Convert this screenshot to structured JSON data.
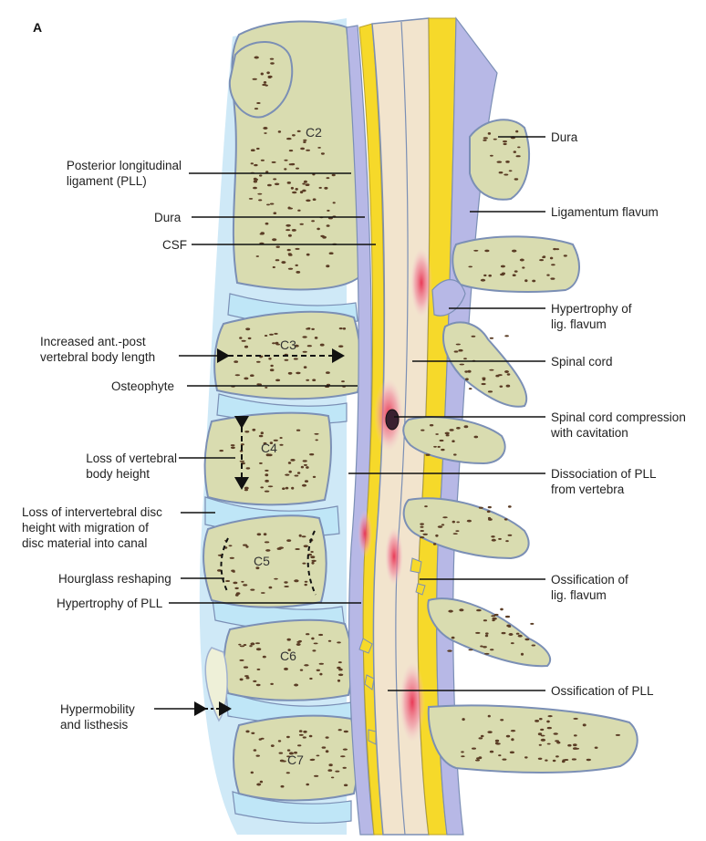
{
  "panel_letter": "A",
  "vertebrae": [
    "C2",
    "C3",
    "C4",
    "C5",
    "C6",
    "C7"
  ],
  "left_labels": {
    "pll": [
      "Posterior longitudinal",
      "ligament (PLL)"
    ],
    "dura": "Dura",
    "csf": "CSF",
    "ap_length": [
      "Increased ant.-post",
      "vertebral body length"
    ],
    "osteophyte": "Osteophyte",
    "height_loss": [
      "Loss of vertebral",
      "body height"
    ],
    "disc_loss": [
      "Loss of intervertebral disc",
      "height with migration of",
      "disc material into canal"
    ],
    "hourglass": "Hourglass reshaping",
    "pll_hypertrophy": "Hypertrophy of PLL",
    "hypermobility": [
      "Hypermobility",
      "and listhesis"
    ]
  },
  "right_labels": {
    "dura": "Dura",
    "lig_flavum": "Ligamentum flavum",
    "lig_hypertrophy": [
      "Hypertrophy of",
      "lig. flavum"
    ],
    "spinal_cord": "Spinal cord",
    "compression": [
      "Spinal cord compression",
      "with cavitation"
    ],
    "dissociation": [
      "Dissociation of PLL",
      "from vertebra"
    ],
    "lig_ossification": [
      "Ossification of",
      "lig. flavum"
    ],
    "pll_ossification": "Ossification of PLL"
  },
  "colors": {
    "bone_fill": "#d9dcb0",
    "bone_outline": "#7b8fb5",
    "disc": "#bfe6f7",
    "cord": "#f2e4cd",
    "csf_yellow": "#f6d92a",
    "ligament": "#b7b8e6",
    "inflammation": "#e0607a",
    "pore": "#5b3d25"
  }
}
